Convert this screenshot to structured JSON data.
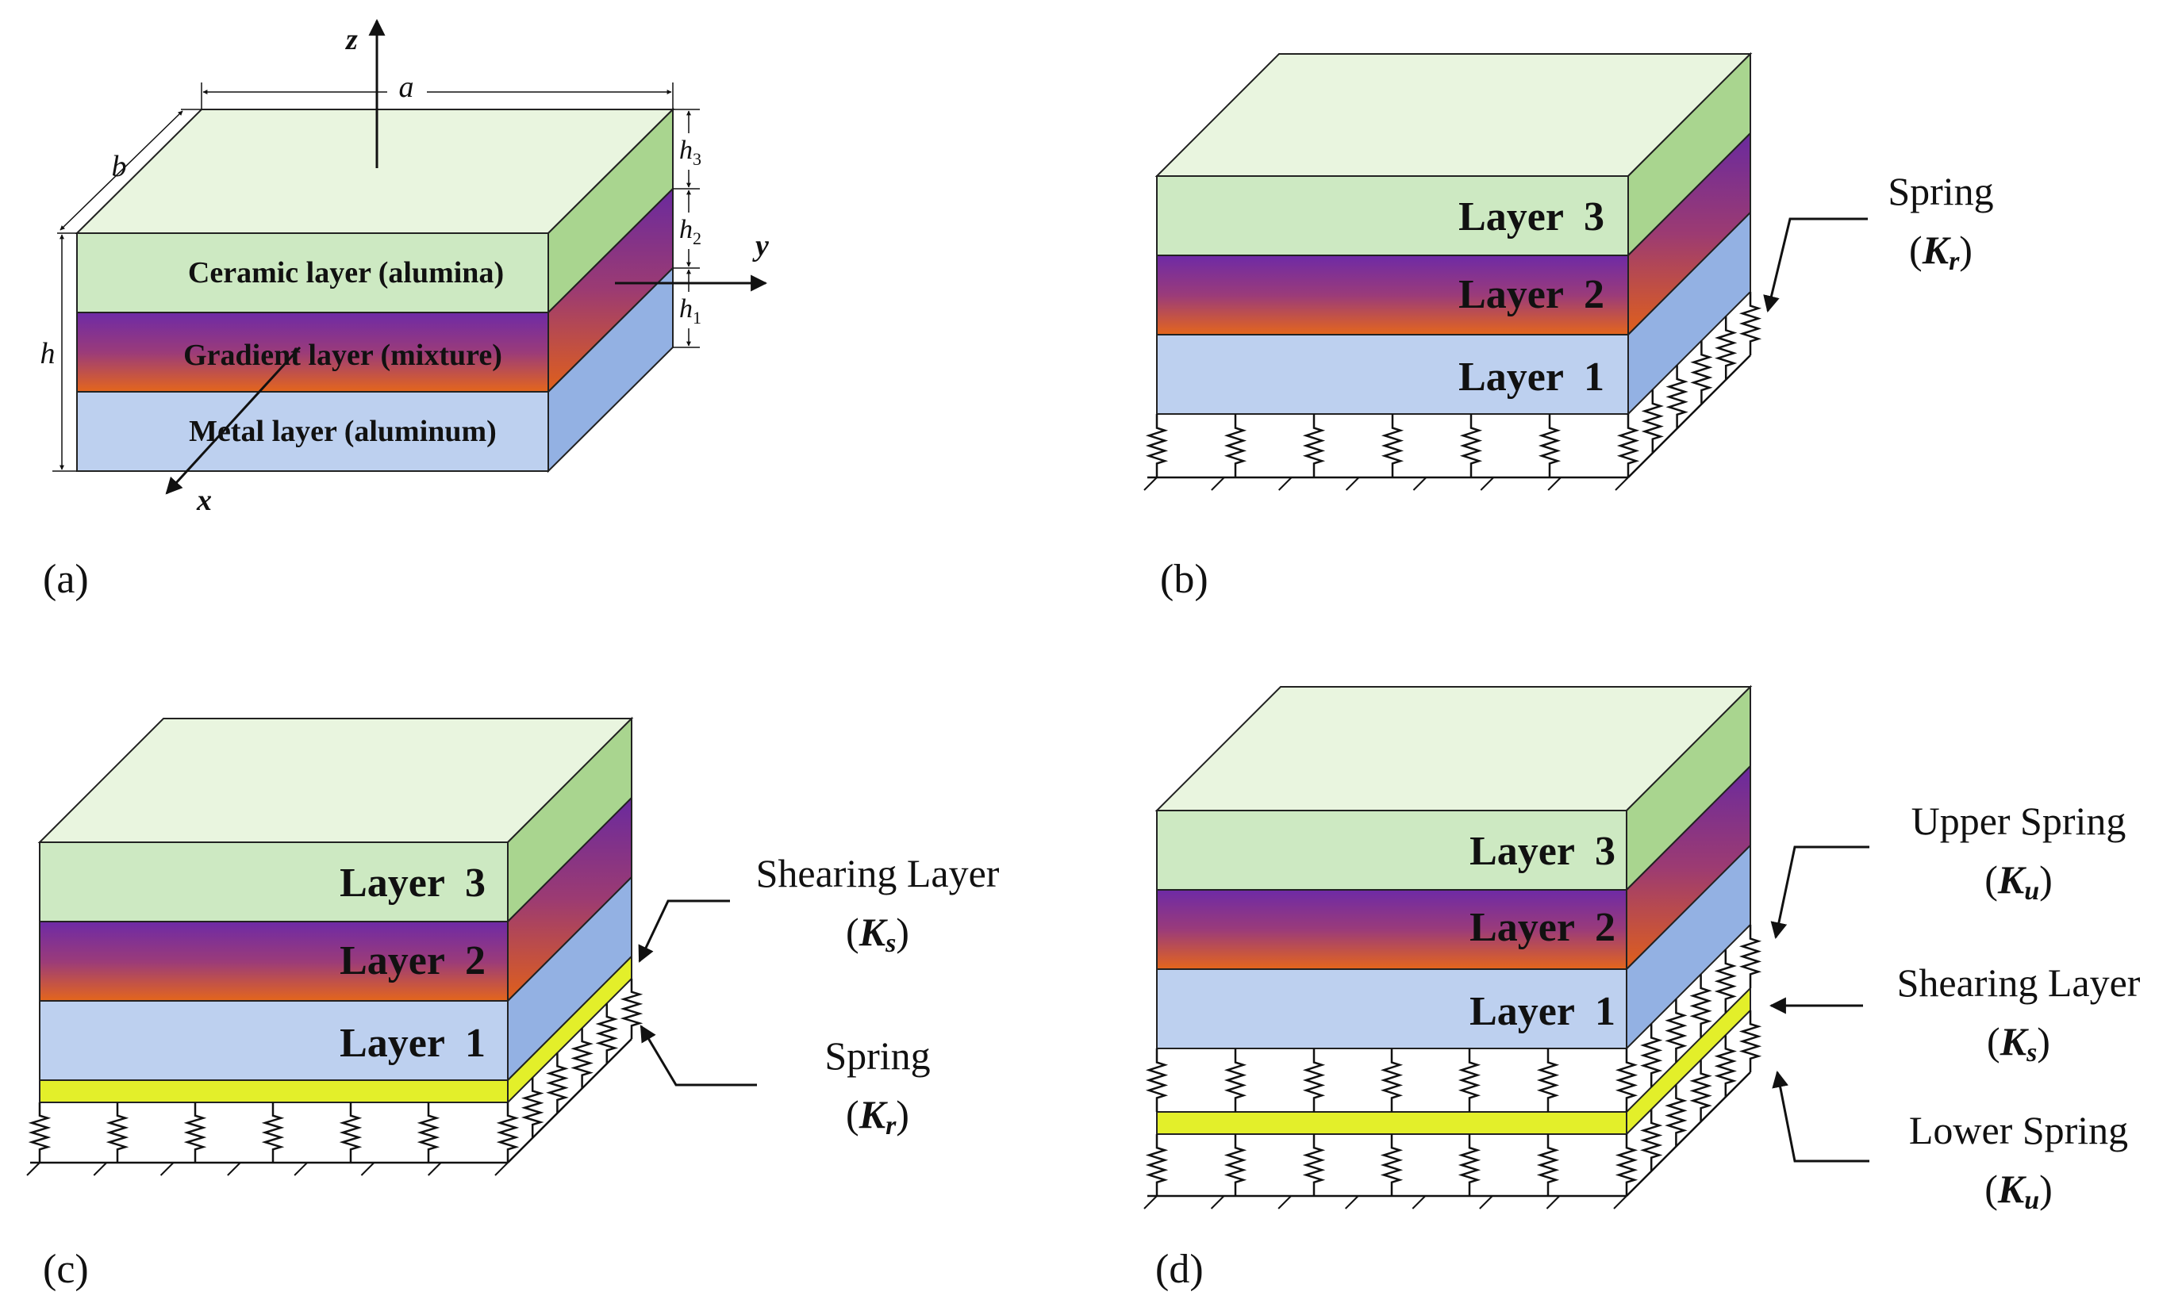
{
  "colors": {
    "top_face": "#e9f5df",
    "layer3": "#cde9c2",
    "layer3_side": "#a9d58f",
    "layer1": "#bdd0ef",
    "layer1_side": "#93b1e3",
    "grad_top": "#7b2fa8",
    "grad_bottom": "#e4661c",
    "shear": "#e3ef2a",
    "line": "#111111"
  },
  "panel_a": {
    "ceramic_label": "Ceramic layer (alumina)",
    "gradient_label": "Gradient layer (mixture)",
    "metal_label": "Metal layer (aluminum)",
    "axis_x": "x",
    "axis_y": "y",
    "axis_z": "z",
    "dim_a": "a",
    "dim_b": "b",
    "dim_h": "h",
    "dim_h1": "h",
    "dim_h1_sub": "1",
    "dim_h2": "h",
    "dim_h2_sub": "2",
    "dim_h3": "h",
    "dim_h3_sub": "3",
    "caption": "(a)"
  },
  "panel_b": {
    "layer3": "Layer  3",
    "layer2": "Layer  2",
    "layer1": "Layer  1",
    "spring_label": "Spring",
    "spring_k": "K",
    "spring_k_sub": "r",
    "caption": "(b)"
  },
  "panel_c": {
    "layer3": "Layer  3",
    "layer2": "Layer  2",
    "layer1": "Layer  1",
    "shear_label": "Shearing Layer",
    "shear_k": "K",
    "shear_k_sub": "s",
    "spring_label": "Spring",
    "spring_k": "K",
    "spring_k_sub": "r",
    "caption": "(c)"
  },
  "panel_d": {
    "layer3": "Layer  3",
    "layer2": "Layer  2",
    "layer1": "Layer  1",
    "upper_label": "Upper Spring",
    "upper_k": "K",
    "upper_k_sub": "u",
    "shear_label": "Shearing Layer",
    "shear_k": "K",
    "shear_k_sub": "s",
    "lower_label": "Lower Spring",
    "lower_k": "K",
    "lower_k_sub": "u",
    "caption": "(d)"
  }
}
